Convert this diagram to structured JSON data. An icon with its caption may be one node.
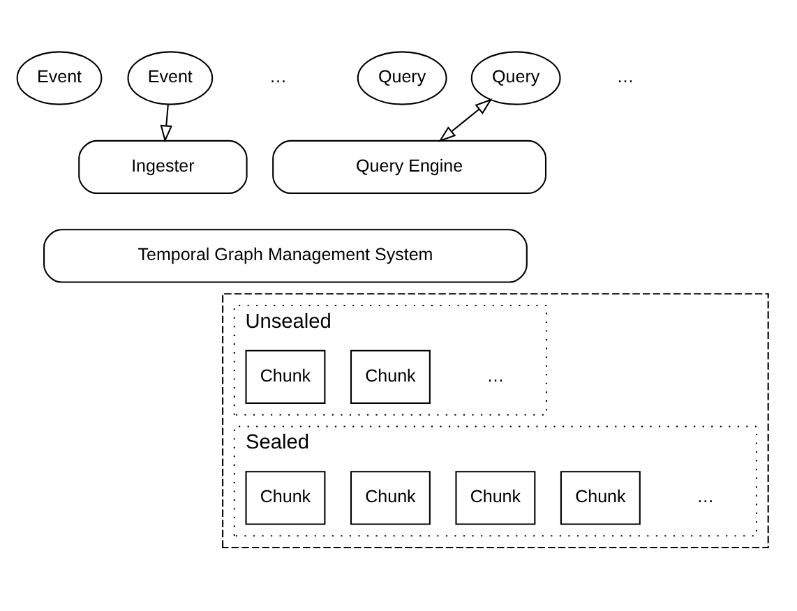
{
  "diagram": {
    "nodes": [
      {
        "text": [
          "Event"
        ]
      },
      {
        "text": [
          "Event"
        ]
      },
      {
        "text": [
          "Query"
        ]
      },
      {
        "text": [
          "Query"
        ]
      },
      {
        "text": [
          "Ingester"
        ]
      },
      {
        "text": [
          "Query Engine"
        ]
      },
      {
        "text": [
          "Temporal Graph Management System"
        ]
      },
      {
        "text": [],
        "shape": "box"
      },
      {
        "text": [
          "Unsealed"
        ],
        "in": 7
      },
      {
        "text": [
          "Sealed"
        ],
        "in": 7
      },
      {
        "text": [
          "Chunk"
        ],
        "in": 8
      },
      {
        "text": [
          "Chunk"
        ],
        "in": 8
      },
      {
        "text": [
          "Chunk"
        ],
        "in": 9
      },
      {
        "text": [
          "Chunk"
        ],
        "in": 9
      },
      {
        "text": [
          "Chunk"
        ],
        "in": 9
      },
      {
        "text": [
          "Chunk"
        ],
        "in": 9
      }
    ],
    "edges": [
      {
        "from": 1,
        "to": 4,
        "arrow": "to"
      },
      {
        "from": 3,
        "to": 5,
        "arrow": "both"
      }
    ],
    "labels": [
      "…",
      "…",
      "…",
      "…"
    ]
  }
}
